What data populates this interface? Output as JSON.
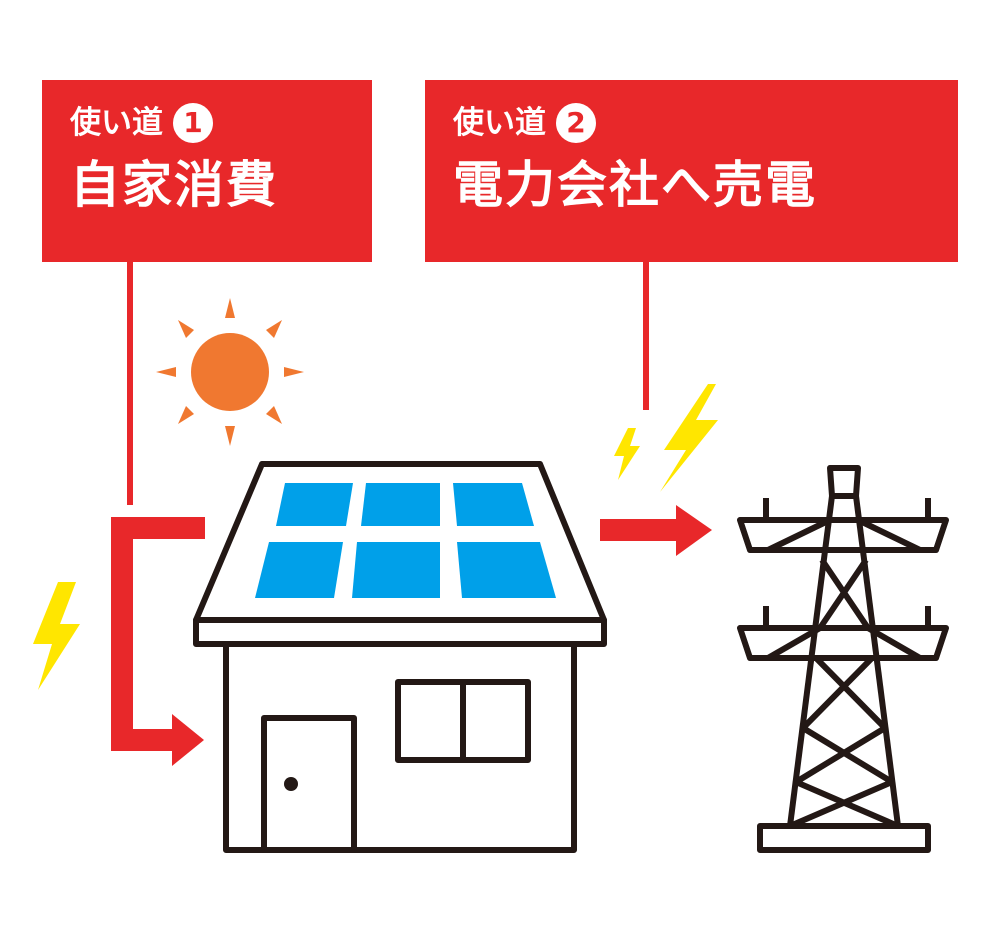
{
  "usages": [
    {
      "prefix": "使い道",
      "number": "1",
      "title": "自家消費"
    },
    {
      "prefix": "使い道",
      "number": "2",
      "title": "電力会社へ売電"
    }
  ],
  "colors": {
    "accent_red": "#e8282a",
    "sun_orange": "#f07830",
    "bolt_yellow": "#ffe600",
    "panel_blue": "#00a0e9",
    "outline": "#231815",
    "label_text": "#ffffff"
  },
  "icons": [
    "sun-icon",
    "lightning-bolt-icon",
    "house-icon",
    "solar-panel-icon",
    "power-tower-icon",
    "arrow-right-icon"
  ]
}
